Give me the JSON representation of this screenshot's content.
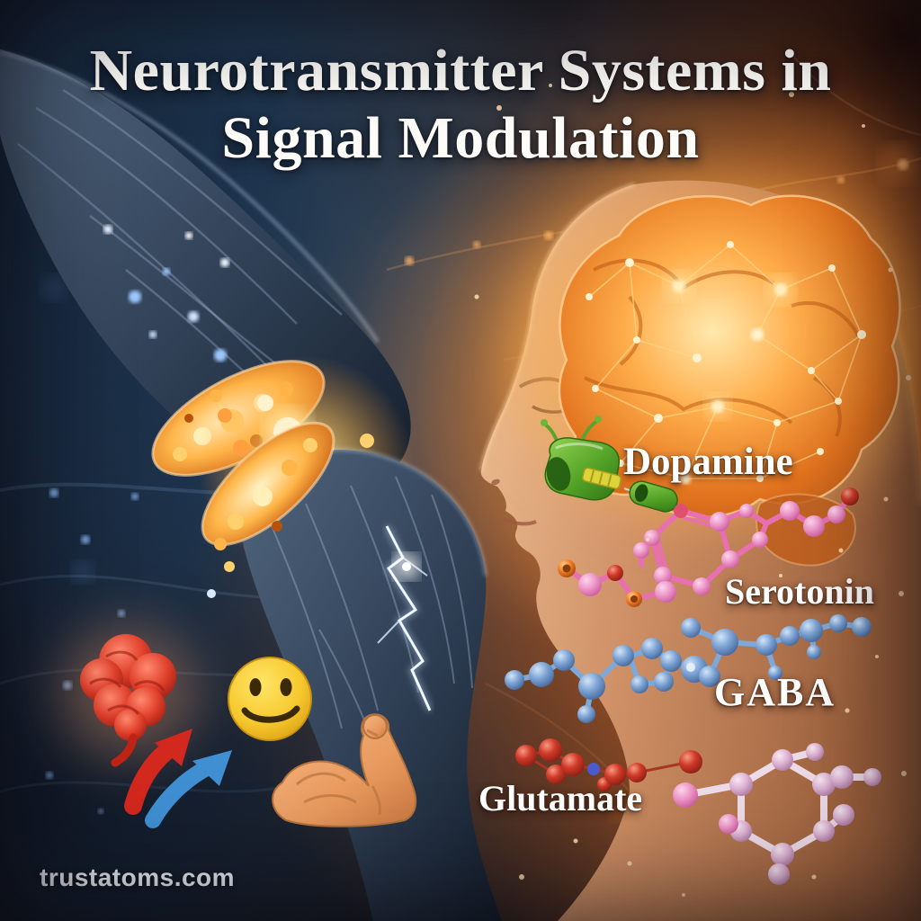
{
  "title": {
    "line1": "Neurotransmitter Systems in",
    "line2": "Signal Modulation"
  },
  "watermark": {
    "text": "trustatoms.com"
  },
  "neurotransmitters": [
    {
      "name": "Dopamine",
      "depiction": "green-receptor-and-key-icon",
      "accent_color": "#5fae2e"
    },
    {
      "name": "Serotonin",
      "depiction": "pink-ball-and-stick-molecule",
      "accent_color": "#ef86c1"
    },
    {
      "name": "GABA",
      "depiction": "blue-ball-and-stick-molecule",
      "accent_color": "#6f9bd3"
    },
    {
      "name": "Glutamate",
      "depiction": "red-and-pink-ball-and-stick-molecule",
      "accent_color": "#d03a28"
    }
  ],
  "illustration": {
    "left_scene": "glowing synapse with two neuron terminals exchanging luminous vesicles",
    "right_scene": "human head profile with glowing orange brain neural network",
    "decorative_icons": [
      "red-brain-icon",
      "smiley-face-icon",
      "red-up-arrow-icon",
      "blue-up-arrow-icon",
      "flexed-bicep-icon"
    ]
  },
  "colors": {
    "background_left": "#1b2d45",
    "background_right": "#a0562a",
    "title_text": "#fdfcf8",
    "label_text": "#ffffff",
    "brain_glow": "#ffb351",
    "synapse_glow": "#ffd06e"
  }
}
